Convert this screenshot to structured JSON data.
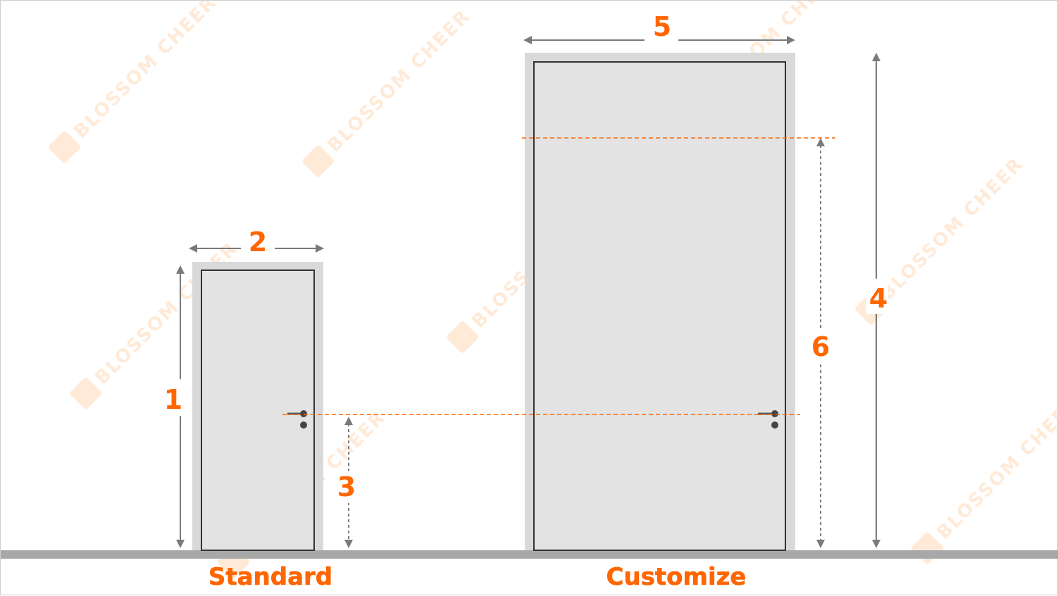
{
  "colors": {
    "accent": "#ff6600",
    "arrow": "#7a7a7a",
    "door_fill": "#e3e3e3",
    "frame_fill": "#d9d9d9",
    "door_outline": "#333333",
    "floor": "#a8a8a8",
    "watermark": "#ffd9b8"
  },
  "watermark_text": "BLOSSOM CHEER",
  "dimensions": {
    "d1": "1",
    "d2": "2",
    "d3": "3",
    "d4": "4",
    "d5": "5",
    "d6": "6"
  },
  "captions": {
    "standard": "Standard",
    "customize": "Customize"
  }
}
